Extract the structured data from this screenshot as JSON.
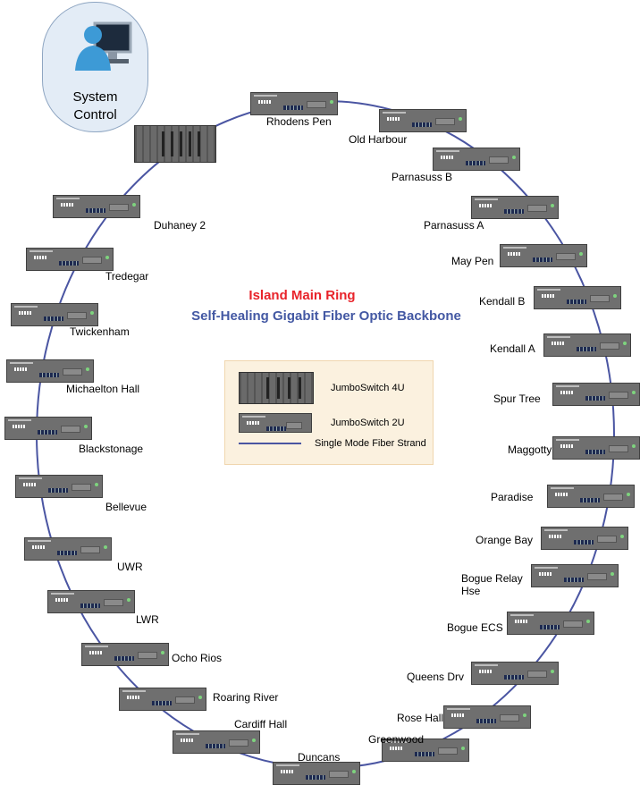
{
  "title": "Island Main Ring",
  "subtitle": "Self-Healing Gigabit Fiber Optic Backbone",
  "control": {
    "line1": "System",
    "line2": "Control"
  },
  "legend": {
    "items": [
      "JumboSwitch 4U",
      "JumboSwitch 2U",
      "Single Mode Fiber Strand"
    ]
  },
  "colors": {
    "ring": "#4a55a2",
    "title": "#e8232a",
    "subtitle": "#4358a3",
    "legend_bg": "#fbf1df"
  },
  "nodes": [
    "Rhodens Pen",
    "Old Harbour",
    "Parnasuss B",
    "Parnasuss A",
    "May Pen",
    "Kendall B",
    "Kendall A",
    "Spur Tree",
    "Maggotty",
    "Paradise",
    "Orange Bay",
    "Bogue Relay Hse",
    "Bogue ECS",
    "Queens Drv",
    "Rose Hall",
    "Greenwood",
    "Duncans",
    "Cardiff Hall",
    "Roaring River",
    "Ocho Rios",
    "LWR",
    "UWR",
    "Bellevue",
    "Blackstonage",
    "Michaelton Hall",
    "Twickenham",
    "Tredegar",
    "Duhaney 2"
  ]
}
